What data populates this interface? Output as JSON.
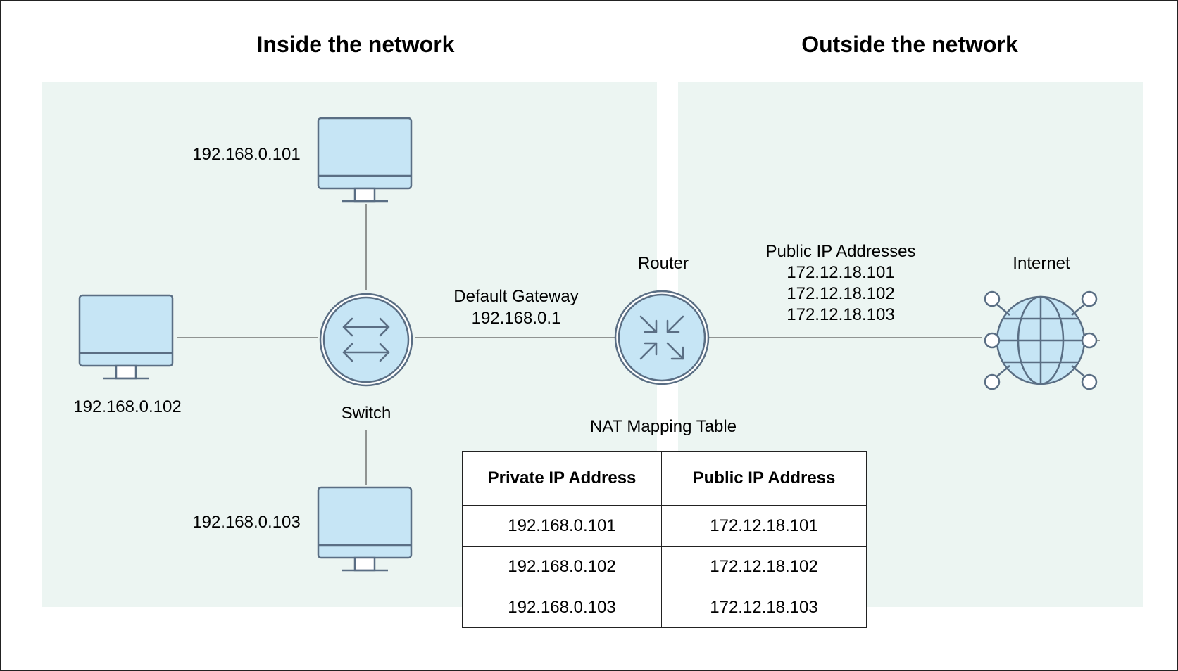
{
  "headings": {
    "inside": "Inside the network",
    "outside": "Outside the network"
  },
  "colors": {
    "zone": "#ecf5f2",
    "device_fill": "#c6e5f5",
    "device_stroke": "#5a6e84"
  },
  "devices": {
    "pc_top": {
      "ip": "192.168.0.101",
      "icon": "monitor-icon"
    },
    "pc_left": {
      "ip": "192.168.0.102",
      "icon": "monitor-icon"
    },
    "pc_bottom": {
      "ip": "192.168.0.103",
      "icon": "monitor-icon"
    },
    "switch": {
      "label": "Switch",
      "icon": "switch-arrows-icon"
    },
    "router": {
      "label": "Router",
      "icon": "router-arrows-icon"
    },
    "internet": {
      "label": "Internet",
      "icon": "globe-network-icon"
    }
  },
  "gateway": {
    "title": "Default Gateway",
    "ip": "192.168.0.1"
  },
  "public_ips": {
    "title": "Public IP Addresses",
    "list": [
      "172.12.18.101",
      "172.12.18.102",
      "172.12.18.103"
    ]
  },
  "nat_table": {
    "title": "NAT Mapping Table",
    "headers": [
      "Private IP Address",
      "Public IP Address"
    ],
    "rows": [
      [
        "192.168.0.101",
        "172.12.18.101"
      ],
      [
        "192.168.0.102",
        "172.12.18.102"
      ],
      [
        "192.168.0.103",
        "172.12.18.103"
      ]
    ]
  }
}
